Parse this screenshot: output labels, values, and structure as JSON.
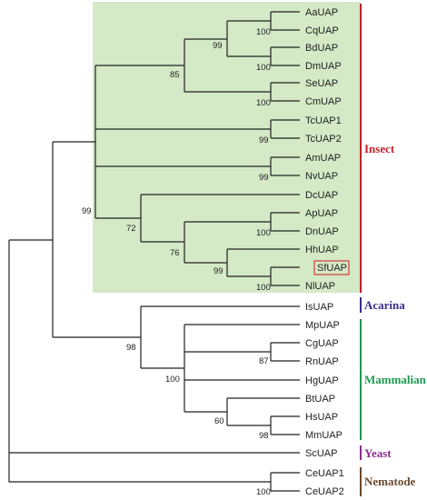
{
  "taxa": {
    "aa": "AaUAP",
    "cq": "CqUAP",
    "bd": "BdUAP",
    "dm": "DmUAP",
    "se": "SeUAP",
    "cm": "CmUAP",
    "tc1": "TcUAP1",
    "tc2": "TcUAP2",
    "am": "AmUAP",
    "nv": "NvUAP",
    "dc": "DcUAP",
    "ap": "ApUAP",
    "dn": "DnUAP",
    "hh": "HhUAP",
    "sf": "SfUAP",
    "nl": "NlUAP",
    "is": "IsUAP",
    "mp": "MpUAP",
    "cg": "CgUAP",
    "rn": "RnUAP",
    "hg": "HgUAP",
    "bt": "BtUAP",
    "hs": "HsUAP",
    "mm": "MmUAP",
    "sc": "ScUAP",
    "ce1": "CeUAP1",
    "ce2": "CeUAP2"
  },
  "bootstrap": {
    "aa_cq": "100",
    "aa_dm": "99",
    "bd_dm": "100",
    "dipt_se": "85",
    "se_cm": "100",
    "tc": "99",
    "am_nv": "99",
    "insect_root": "99",
    "dc_clade": "72",
    "ap_dn": "100",
    "ap_nl": "76",
    "hh_nl": "99",
    "sf_nl": "100",
    "mammal_is": "98",
    "mammal_core": "100",
    "cg_rn": "87",
    "bt_mm": "60",
    "hs_mm": "98",
    "ce": "100"
  },
  "groups": {
    "insect": {
      "label": "Insect",
      "color": "#c0202a"
    },
    "acarina": {
      "label": "Acarina",
      "color": "#3c2a8c"
    },
    "mammalian": {
      "label": "Mammalian",
      "color": "#1e9a52"
    },
    "yeast": {
      "label": "Yeast",
      "color": "#8a2d8c"
    },
    "nematode": {
      "label": "Nematode",
      "color": "#6b4a2e"
    }
  },
  "colors": {
    "insect_shade": "#d4e9c6",
    "highlight_box": "#d12e2e"
  }
}
